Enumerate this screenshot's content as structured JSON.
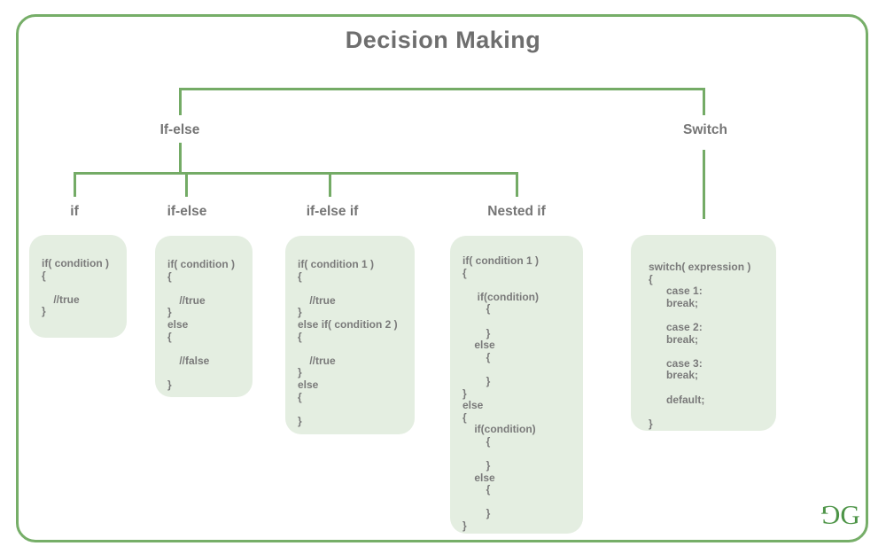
{
  "title": "Decision Making",
  "colors": {
    "frame_green": "#76ae68",
    "line_green": "#74ab66",
    "box_fill": "#e4eee1",
    "code_text": "#7a7a7a",
    "label_gray": "#757575",
    "title_gray": "#6e6e6e",
    "logo_green": "#4d9447"
  },
  "tree": {
    "level1": [
      {
        "label": "If-else"
      },
      {
        "label": "Switch"
      }
    ],
    "level2": [
      {
        "label": "if"
      },
      {
        "label": "if-else"
      },
      {
        "label": "if-else if"
      },
      {
        "label": "Nested if"
      }
    ]
  },
  "boxes": [
    {
      "name": "if",
      "code": "if( condition )\n{\n\n    //true\n}"
    },
    {
      "name": "if-else",
      "code": "if( condition )\n{\n\n    //true\n}\nelse\n{\n\n    //false\n\n}"
    },
    {
      "name": "if-else-if",
      "code": "if( condition 1 )\n{\n\n    //true\n}\nelse if( condition 2 )\n{\n\n    //true\n}\nelse\n{\n\n}"
    },
    {
      "name": "nested-if",
      "code": "if( condition 1 )\n{\n\n     if(condition)\n        {\n\n        }\n    else\n        {\n\n        }\n}\nelse\n{\n    if(condition)\n        {\n\n        }\n    else\n        {\n\n        }\n}"
    },
    {
      "name": "switch",
      "code": "switch( expression )\n{\n      case 1:\n      break;\n\n      case 2:\n      break;\n\n      case 3:\n      break;\n\n      default;\n\n}"
    }
  ],
  "logo": {
    "g_left": "G",
    "g_right": "G"
  }
}
